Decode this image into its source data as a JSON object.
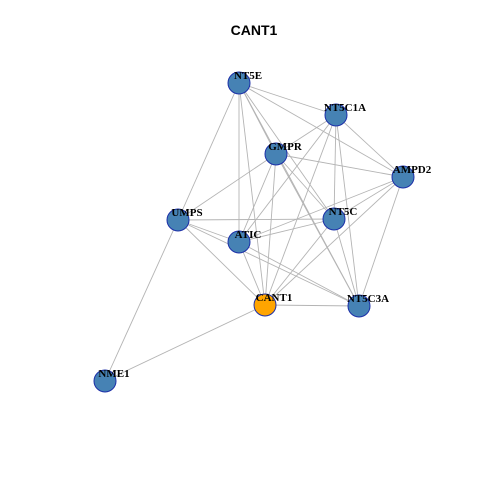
{
  "title": "CANT1",
  "colors": {
    "node_fill": "#4682b4",
    "highlight_fill": "#ffa500",
    "node_border": "#1c2fa8",
    "edge": "#b4b4b4"
  },
  "nodes": [
    {
      "id": "NT5E",
      "label": "NT5E",
      "highlight": false
    },
    {
      "id": "NT5C1A",
      "label": "NT5C1A",
      "highlight": false
    },
    {
      "id": "GMPR",
      "label": "GMPR",
      "highlight": false
    },
    {
      "id": "AMPD2",
      "label": "AMPD2",
      "highlight": false
    },
    {
      "id": "UMPS",
      "label": "UMPS",
      "highlight": false
    },
    {
      "id": "NT5C",
      "label": "NT5C",
      "highlight": false
    },
    {
      "id": "ATIC",
      "label": "ATIC",
      "highlight": false
    },
    {
      "id": "CANT1",
      "label": "CANT1",
      "highlight": true
    },
    {
      "id": "NT5C3A",
      "label": "NT5C3A",
      "highlight": false
    },
    {
      "id": "NME1",
      "label": "NME1",
      "highlight": false
    }
  ],
  "edges": [
    [
      "NT5E",
      "NT5C1A"
    ],
    [
      "NT5E",
      "GMPR"
    ],
    [
      "NT5E",
      "AMPD2"
    ],
    [
      "NT5E",
      "UMPS"
    ],
    [
      "NT5E",
      "NT5C"
    ],
    [
      "NT5E",
      "ATIC"
    ],
    [
      "NT5E",
      "CANT1"
    ],
    [
      "NT5E",
      "NT5C3A"
    ],
    [
      "NT5C1A",
      "GMPR"
    ],
    [
      "NT5C1A",
      "AMPD2"
    ],
    [
      "NT5C1A",
      "NT5C"
    ],
    [
      "NT5C1A",
      "ATIC"
    ],
    [
      "NT5C1A",
      "CANT1"
    ],
    [
      "NT5C1A",
      "NT5C3A"
    ],
    [
      "GMPR",
      "AMPD2"
    ],
    [
      "GMPR",
      "UMPS"
    ],
    [
      "GMPR",
      "NT5C"
    ],
    [
      "GMPR",
      "ATIC"
    ],
    [
      "GMPR",
      "CANT1"
    ],
    [
      "GMPR",
      "NT5C3A"
    ],
    [
      "AMPD2",
      "NT5C"
    ],
    [
      "AMPD2",
      "ATIC"
    ],
    [
      "AMPD2",
      "CANT1"
    ],
    [
      "AMPD2",
      "NT5C3A"
    ],
    [
      "UMPS",
      "NT5C"
    ],
    [
      "UMPS",
      "ATIC"
    ],
    [
      "UMPS",
      "CANT1"
    ],
    [
      "UMPS",
      "NT5C3A"
    ],
    [
      "UMPS",
      "NME1"
    ],
    [
      "NT5C",
      "ATIC"
    ],
    [
      "NT5C",
      "CANT1"
    ],
    [
      "NT5C",
      "NT5C3A"
    ],
    [
      "ATIC",
      "CANT1"
    ],
    [
      "ATIC",
      "NT5C3A"
    ],
    [
      "CANT1",
      "NT5C3A"
    ],
    [
      "CANT1",
      "NME1"
    ]
  ]
}
